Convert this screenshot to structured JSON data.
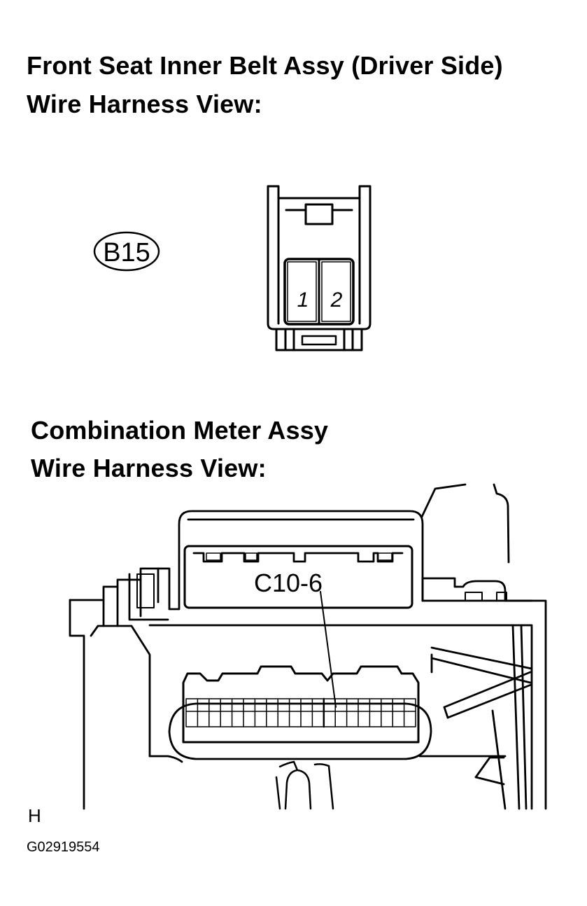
{
  "connector1": {
    "title_line1": "Front Seat Inner Belt Assy (Driver Side)",
    "title_line2": "Wire Harness View:",
    "connector_code": "B15",
    "pins": [
      "1",
      "2"
    ]
  },
  "connector2": {
    "title_line1": "Combination Meter Assy",
    "title_line2": "Wire Harness View:",
    "terminal_label": "C10-6"
  },
  "footer": {
    "mark": "H",
    "figure_code": "G02919554"
  }
}
